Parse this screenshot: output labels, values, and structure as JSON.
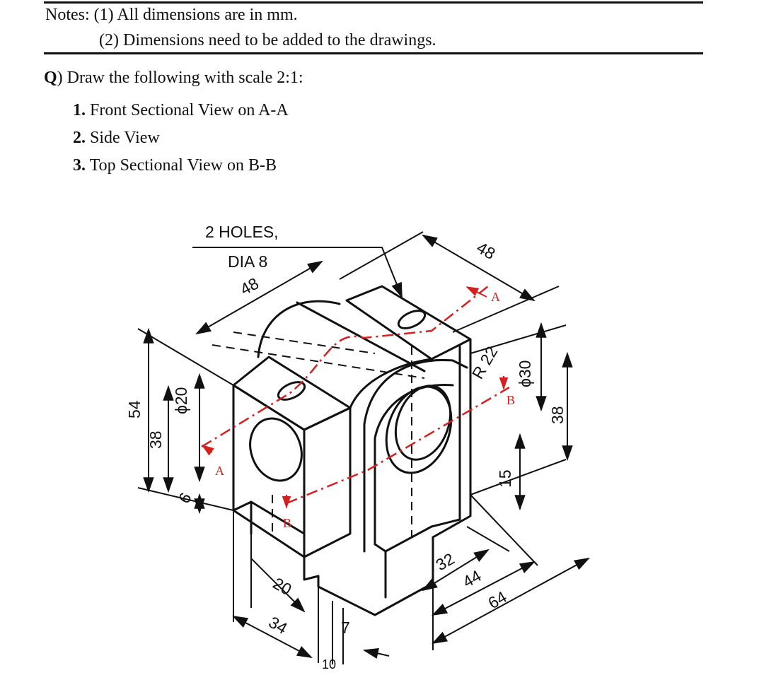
{
  "notes": {
    "line1": "Notes: (1) All dimensions are in mm.",
    "line2": "(2) Dimensions need to be added to the drawings."
  },
  "question": {
    "prefix": "Q",
    "text": ") Draw the following with scale 2:1:",
    "items": [
      {
        "num": "1.",
        "label": "Front Sectional View on A-A"
      },
      {
        "num": "2.",
        "label": "Side View"
      },
      {
        "num": "3.",
        "label": "Top Sectional View on B-B"
      }
    ]
  },
  "drawing": {
    "note_line1": "2 HOLES,",
    "note_line2": "DIA 8",
    "dims": {
      "d48_top_left": "48",
      "d48_top_right": "48",
      "r22": "R 22",
      "dia30": "ϕ30",
      "d38_right": "38",
      "d15": "15",
      "d54": "54",
      "d38_left": "38",
      "dia20": "ϕ20",
      "d6": "6",
      "d20_bottom": "20",
      "d34": "34",
      "d10": "10",
      "d7": "7",
      "d32": "32",
      "d44": "44",
      "d64": "64"
    },
    "section_labels": {
      "a_right": "A",
      "a_left": "A",
      "b_right": "B",
      "b_bottom": "B"
    },
    "colors": {
      "line": "#111111",
      "section_line": "#d62020"
    }
  }
}
